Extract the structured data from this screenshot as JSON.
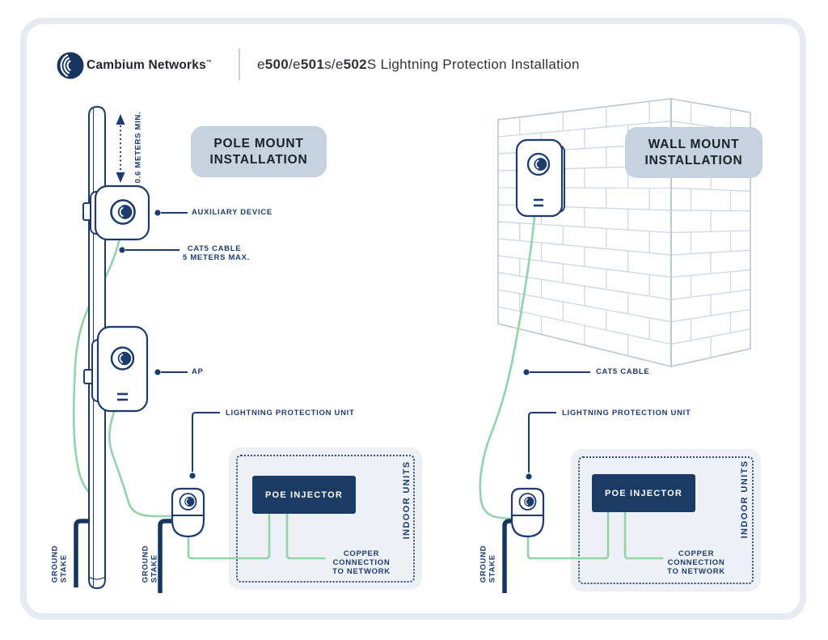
{
  "colors": {
    "navy": "#1d3c6d",
    "dark_navy": "#16365f",
    "cable_green": "#92d3a8",
    "badge_bg": "#c6d2e0",
    "panel_bg": "#edf1f6",
    "poe_bg": "#1b3a64",
    "brick_line": "#cdd6e3",
    "frame": "#e6eaf1"
  },
  "header": {
    "brand": "Cambium Networks",
    "trademark": "™",
    "title_segments": [
      {
        "text": "e",
        "bold": false
      },
      {
        "text": "500",
        "bold": true
      },
      {
        "text": "/e",
        "bold": false
      },
      {
        "text": "501",
        "bold": true
      },
      {
        "text": "s/e",
        "bold": false
      },
      {
        "text": "502",
        "bold": true
      },
      {
        "text": "S Lightning Protection Installation",
        "bold": false
      }
    ]
  },
  "pole_section": {
    "badge": [
      "POLE MOUNT",
      "INSTALLATION"
    ],
    "dimension_label": "0.6 METERS MIN.",
    "auxiliary_device_label": "AUXILIARY DEVICE",
    "cat5_label": [
      "CAT5 CABLE",
      "5 METERS MAX."
    ],
    "ap_label": "AP",
    "lpu_label": "LIGHTNING PROTECTION UNIT",
    "ground_stake_pole": [
      "GROUND",
      "STAKE"
    ],
    "ground_stake_lpu": [
      "GROUND",
      "STAKE"
    ],
    "poe_injector": "POE INJECTOR",
    "indoor_units": "INDOOR UNITS",
    "copper_connection": [
      "COPPER",
      "CONNECTION",
      "TO NETWORK"
    ]
  },
  "wall_section": {
    "badge": [
      "WALL MOUNT",
      "INSTALLATION"
    ],
    "cat5_label": "CAT5 CABLE",
    "lpu_label": "LIGHTNING PROTECTION UNIT",
    "ground_stake": [
      "GROUND",
      "STAKE"
    ],
    "poe_injector": "POE INJECTOR",
    "indoor_units": "INDOOR UNITS",
    "copper_connection": [
      "COPPER",
      "CONNECTION",
      "TO NETWORK"
    ]
  }
}
